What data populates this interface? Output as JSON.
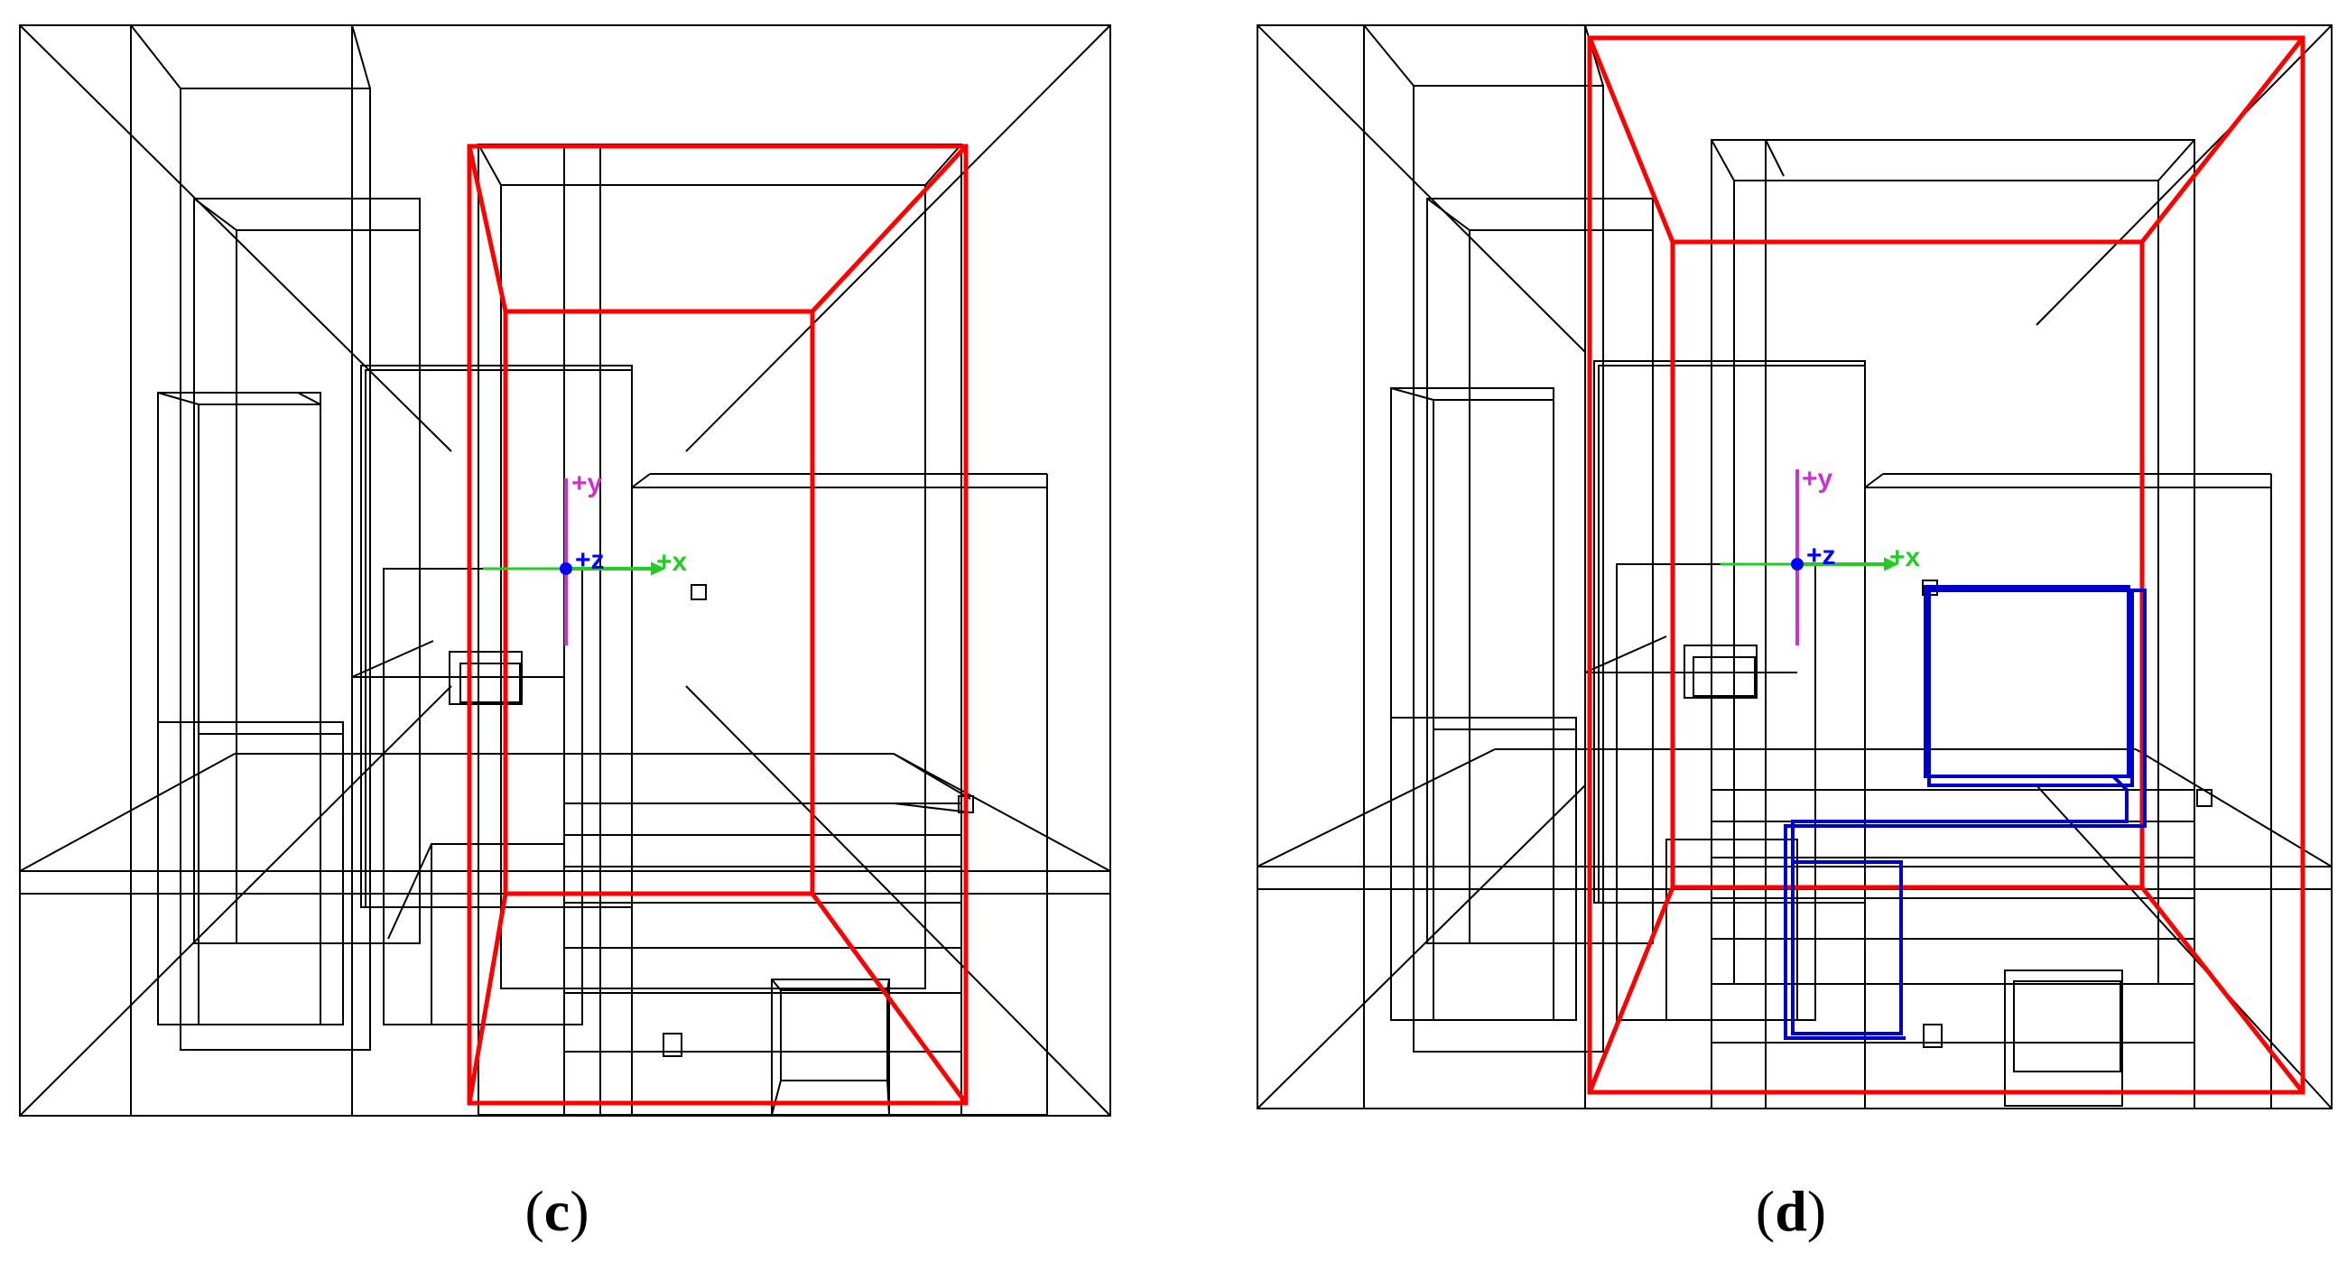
{
  "figure": {
    "panels": [
      {
        "id": "c",
        "caption_open": "(",
        "caption_letter": "c",
        "caption_close": ")",
        "axes": {
          "y_label": "+y",
          "z_label": "+z",
          "x_label": "+x"
        }
      },
      {
        "id": "d",
        "caption_open": "(",
        "caption_letter": "d",
        "caption_close": ")",
        "axes": {
          "y_label": "+y",
          "z_label": "+z",
          "x_label": "+x"
        }
      }
    ],
    "colors": {
      "wireframe": "#000000",
      "highlight_box": "#ff0000",
      "path": "#0000cc",
      "axis_x": "#22cc22",
      "axis_y": "#cc33cc",
      "axis_z": "#0000ff"
    }
  }
}
